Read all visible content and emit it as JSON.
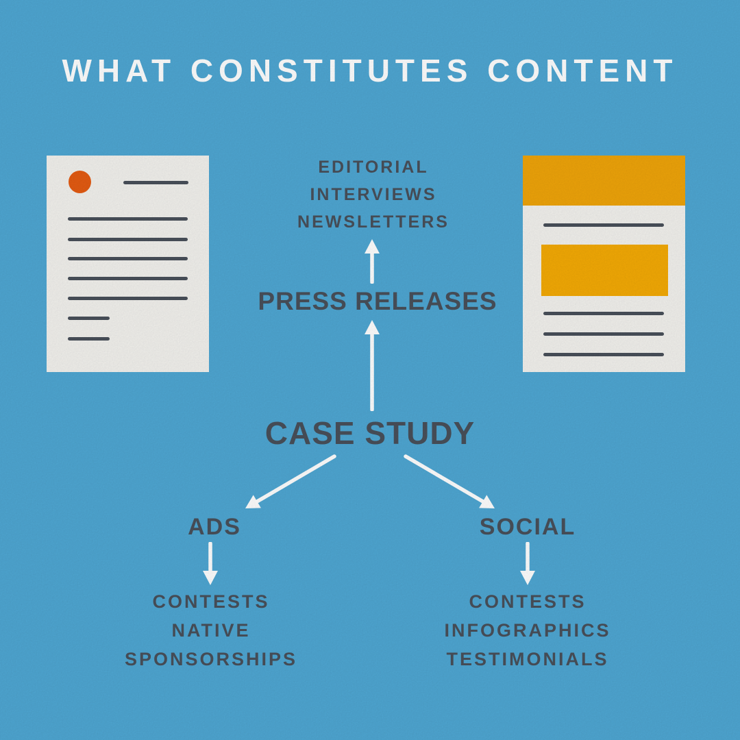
{
  "title": "WHAT CONSTITUTES CONTENT",
  "diagram": {
    "root": "CASE STUDY",
    "press_releases": "PRESS RELEASES",
    "editorial_channels": [
      "EDITORIAL",
      "INTERVIEWS",
      "NEWSLETTERS"
    ],
    "ads": "ADS",
    "ads_types": [
      "CONTESTS",
      "NATIVE",
      "SPONSORSHIPS"
    ],
    "social": "SOCIAL",
    "social_types": [
      "CONTESTS",
      "INFOGRAPHICS",
      "TESTIMONIALS"
    ]
  },
  "icons": {
    "left_illustration": "letterhead-document-icon",
    "right_illustration": "newsletter-document-icon",
    "connectors": "white-arrow"
  },
  "colors": {
    "background": "#4FA7D3",
    "text_dark": "#49505A",
    "text_light": "#FFFFFF",
    "paper": "#F3F2EE",
    "accent_orange": "#E45B12",
    "accent_yellow_band": "#EFA40A",
    "accent_yellow_block": "#F4AA06",
    "arrow": "#FFFFFF"
  }
}
